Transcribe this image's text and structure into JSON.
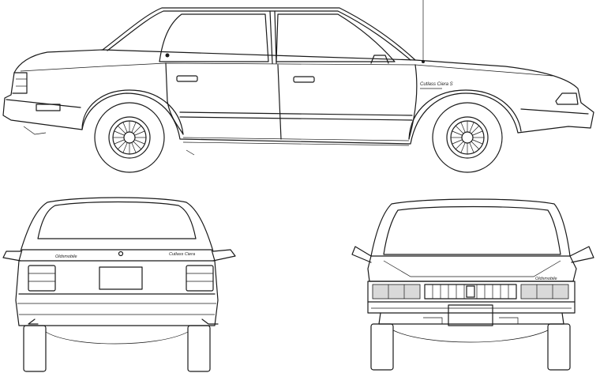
{
  "views": {
    "side": {
      "model_badge": "Cutlass Ciera S"
    },
    "rear": {
      "brand_badge": "Oldsmobile",
      "model_badge": "Cutlass Ciera"
    },
    "front": {
      "brand_badge": "Oldsmobile"
    }
  }
}
